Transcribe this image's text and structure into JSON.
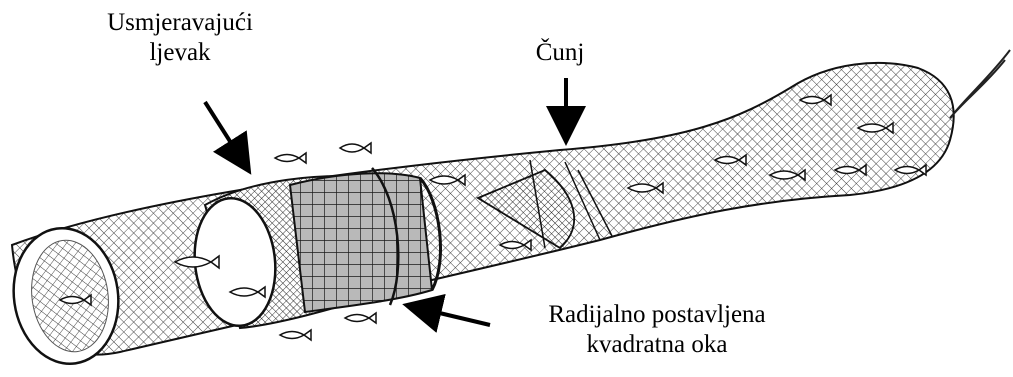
{
  "labels": {
    "funnel_line1": "Usmjeravajući",
    "funnel_line2": "ljevak",
    "codend": "Čunj",
    "mesh_line1": "Radijalno postavljena",
    "mesh_line2": "kvadratna oka"
  },
  "colors": {
    "ink": "#111111",
    "mesh": "#444444",
    "background": "#ffffff"
  }
}
